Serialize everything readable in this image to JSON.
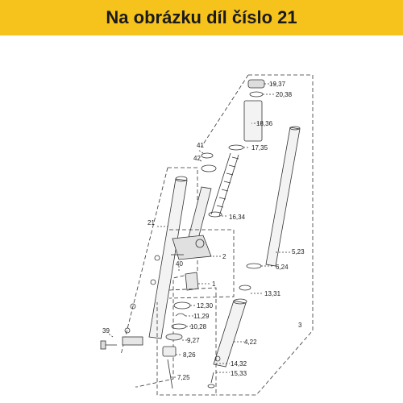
{
  "banner": {
    "title": "Na obrázku díl číslo 21",
    "color": "#f6c21c"
  },
  "labels": {
    "l1937": "19,37",
    "l2038": "20,38",
    "l1836": "18,36",
    "l1735": "17,35",
    "l41": "41",
    "l42": "42",
    "l1634": "16,34",
    "l21": "21",
    "l523": "5,23",
    "l2": "2",
    "l40": "40",
    "l624": "6,24",
    "l1": "1",
    "l1331": "13,31",
    "l1230": "12,30",
    "l1129": "11,29",
    "l1028": "10,28",
    "l3": "3",
    "l39": "39",
    "l927": "9,27",
    "l422": "4,22",
    "l826": "8,26",
    "l725": "7,25",
    "l1432": "14,32",
    "l1533": "15,33"
  }
}
